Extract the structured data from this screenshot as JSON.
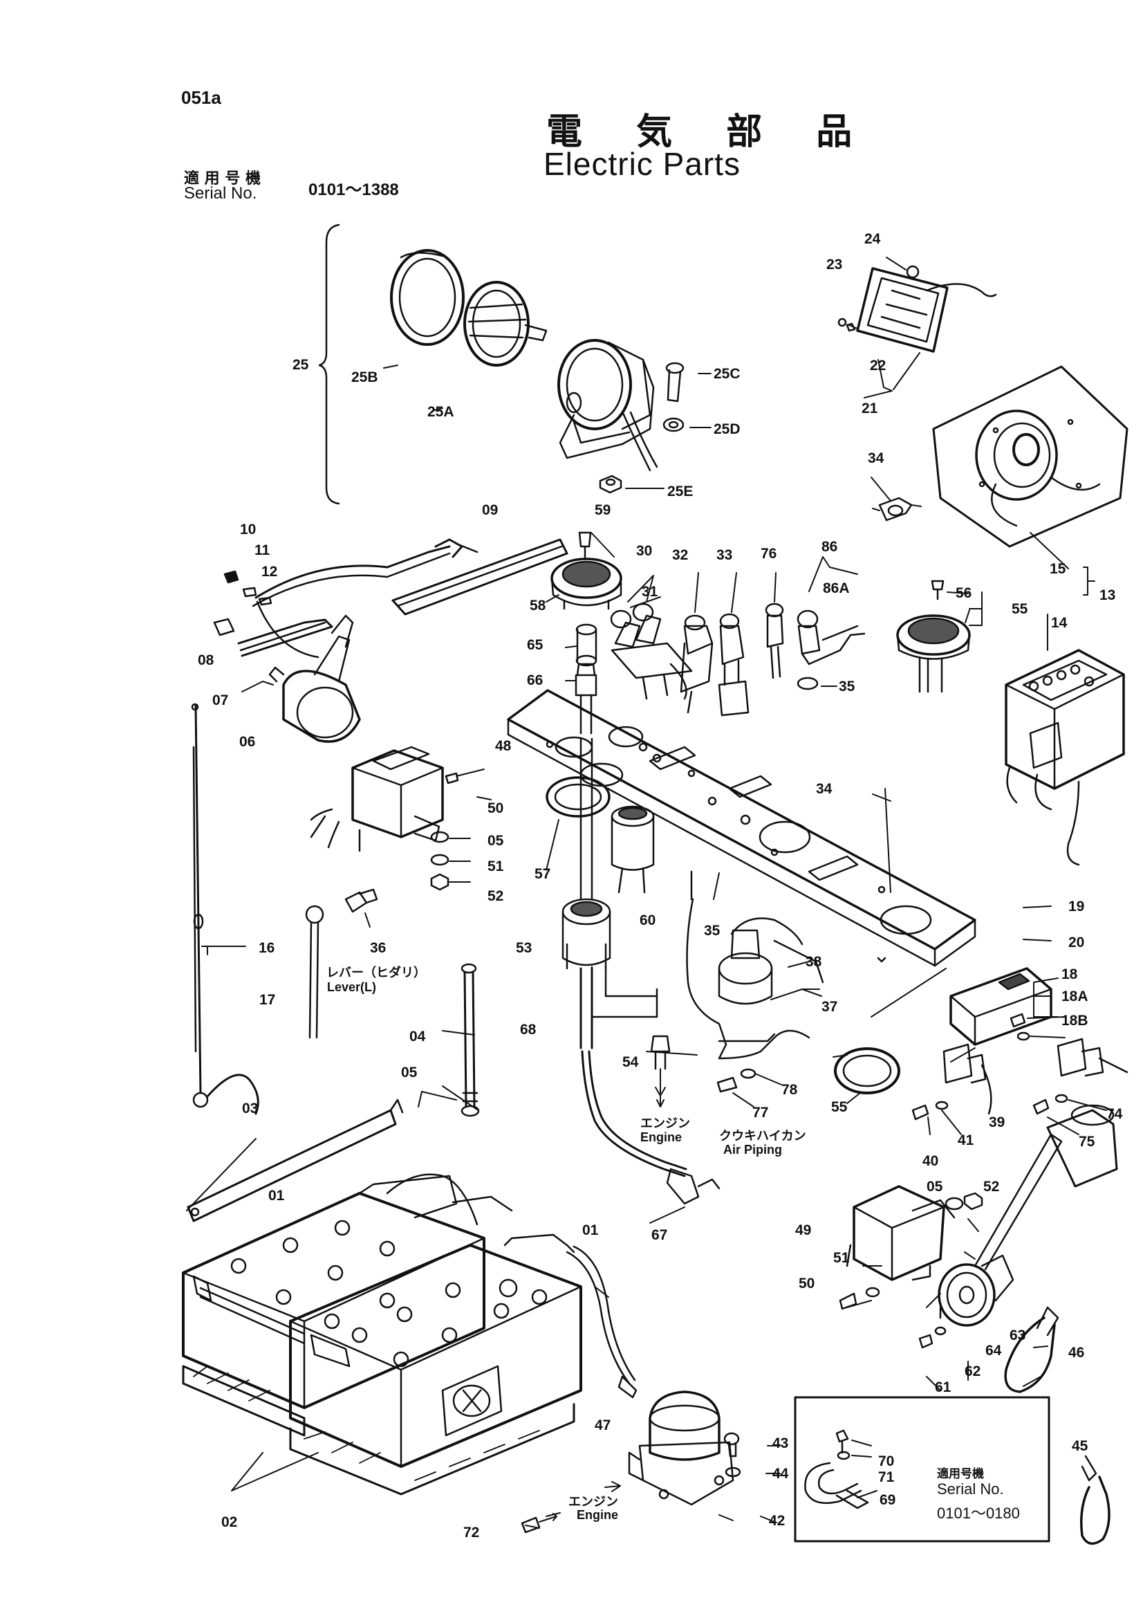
{
  "header": {
    "page_code": "051a",
    "title_jp": "電 気 部 品",
    "title_en": "Electric Parts",
    "applicable_jp": "適 用 号 機",
    "serial_label": "Serial No.",
    "serial_range": "0101～1388"
  },
  "callouts": [
    {
      "id": "c-25",
      "text": "25"
    },
    {
      "id": "c-25b",
      "text": "25B"
    },
    {
      "id": "c-25a",
      "text": "25A"
    },
    {
      "id": "c-25c",
      "text": "25C"
    },
    {
      "id": "c-25d",
      "text": "25D"
    },
    {
      "id": "c-25e",
      "text": "25E"
    },
    {
      "id": "c-24",
      "text": "24"
    },
    {
      "id": "c-23",
      "text": "23"
    },
    {
      "id": "c-22",
      "text": "22"
    },
    {
      "id": "c-21",
      "text": "21"
    },
    {
      "id": "c-34a",
      "text": "34"
    },
    {
      "id": "c-15",
      "text": "15"
    },
    {
      "id": "c-13",
      "text": "13"
    },
    {
      "id": "c-14",
      "text": "14"
    },
    {
      "id": "c-56",
      "text": "56"
    },
    {
      "id": "c-55a",
      "text": "55"
    },
    {
      "id": "c-09",
      "text": "09"
    },
    {
      "id": "c-59",
      "text": "59"
    },
    {
      "id": "c-10",
      "text": "10"
    },
    {
      "id": "c-11",
      "text": "11"
    },
    {
      "id": "c-12",
      "text": "12"
    },
    {
      "id": "c-30",
      "text": "30"
    },
    {
      "id": "c-31",
      "text": "31"
    },
    {
      "id": "c-32",
      "text": "32"
    },
    {
      "id": "c-33",
      "text": "33"
    },
    {
      "id": "c-76",
      "text": "76"
    },
    {
      "id": "c-86",
      "text": "86"
    },
    {
      "id": "c-86a",
      "text": "86A"
    },
    {
      "id": "c-58",
      "text": "58"
    },
    {
      "id": "c-65",
      "text": "65"
    },
    {
      "id": "c-66",
      "text": "66"
    },
    {
      "id": "c-35a",
      "text": "35"
    },
    {
      "id": "c-08",
      "text": "08"
    },
    {
      "id": "c-07",
      "text": "07"
    },
    {
      "id": "c-06",
      "text": "06"
    },
    {
      "id": "c-48",
      "text": "48"
    },
    {
      "id": "c-50a",
      "text": "50"
    },
    {
      "id": "c-05a",
      "text": "05"
    },
    {
      "id": "c-51a",
      "text": "51"
    },
    {
      "id": "c-52a",
      "text": "52"
    },
    {
      "id": "c-34b",
      "text": "34"
    },
    {
      "id": "c-57",
      "text": "57"
    },
    {
      "id": "c-60",
      "text": "60"
    },
    {
      "id": "c-35b",
      "text": "35"
    },
    {
      "id": "c-16",
      "text": "16"
    },
    {
      "id": "c-36",
      "text": "36"
    },
    {
      "id": "c-53",
      "text": "53"
    },
    {
      "id": "c-38",
      "text": "38"
    },
    {
      "id": "c-37",
      "text": "37"
    },
    {
      "id": "c-19",
      "text": "19"
    },
    {
      "id": "c-20",
      "text": "20"
    },
    {
      "id": "c-18",
      "text": "18"
    },
    {
      "id": "c-18a",
      "text": "18A"
    },
    {
      "id": "c-18b",
      "text": "18B"
    },
    {
      "id": "c-17",
      "text": "17"
    },
    {
      "id": "c-04",
      "text": "04"
    },
    {
      "id": "c-68",
      "text": "68"
    },
    {
      "id": "c-54",
      "text": "54"
    },
    {
      "id": "c-05b",
      "text": "05"
    },
    {
      "id": "c-78",
      "text": "78"
    },
    {
      "id": "c-77",
      "text": "77"
    },
    {
      "id": "c-55b",
      "text": "55"
    },
    {
      "id": "c-41",
      "text": "41"
    },
    {
      "id": "c-39",
      "text": "39"
    },
    {
      "id": "c-40",
      "text": "40"
    },
    {
      "id": "c-74",
      "text": "74"
    },
    {
      "id": "c-75",
      "text": "75"
    },
    {
      "id": "c-03",
      "text": "03"
    },
    {
      "id": "c-01a",
      "text": "01"
    },
    {
      "id": "c-01b",
      "text": "01"
    },
    {
      "id": "c-67",
      "text": "67"
    },
    {
      "id": "c-52b",
      "text": "52"
    },
    {
      "id": "c-05c",
      "text": "05"
    },
    {
      "id": "c-49",
      "text": "49"
    },
    {
      "id": "c-51b",
      "text": "51"
    },
    {
      "id": "c-50b",
      "text": "50"
    },
    {
      "id": "c-63",
      "text": "63"
    },
    {
      "id": "c-64",
      "text": "64"
    },
    {
      "id": "c-62",
      "text": "62"
    },
    {
      "id": "c-61",
      "text": "61"
    },
    {
      "id": "c-46",
      "text": "46"
    },
    {
      "id": "c-47",
      "text": "47"
    },
    {
      "id": "c-43",
      "text": "43"
    },
    {
      "id": "c-44",
      "text": "44"
    },
    {
      "id": "c-42",
      "text": "42"
    },
    {
      "id": "c-72",
      "text": "72"
    },
    {
      "id": "c-02",
      "text": "02"
    },
    {
      "id": "c-70",
      "text": "70"
    },
    {
      "id": "c-71",
      "text": "71"
    },
    {
      "id": "c-69",
      "text": "69"
    },
    {
      "id": "c-45",
      "text": "45"
    }
  ],
  "notes": {
    "lever_jp": "レバー（ヒダリ）",
    "lever_en": "Lever(L)",
    "engine_jp_1": "エンジン",
    "engine_en_1": "Engine",
    "air_jp": "クウキハイカン",
    "air_en": "Air Piping",
    "engine_jp_2": "エンジン",
    "engine_en_2": "Engine"
  },
  "inset": {
    "applicable_jp": "適用号機",
    "serial_label": "Serial No.",
    "serial_range": "0101～0180"
  }
}
